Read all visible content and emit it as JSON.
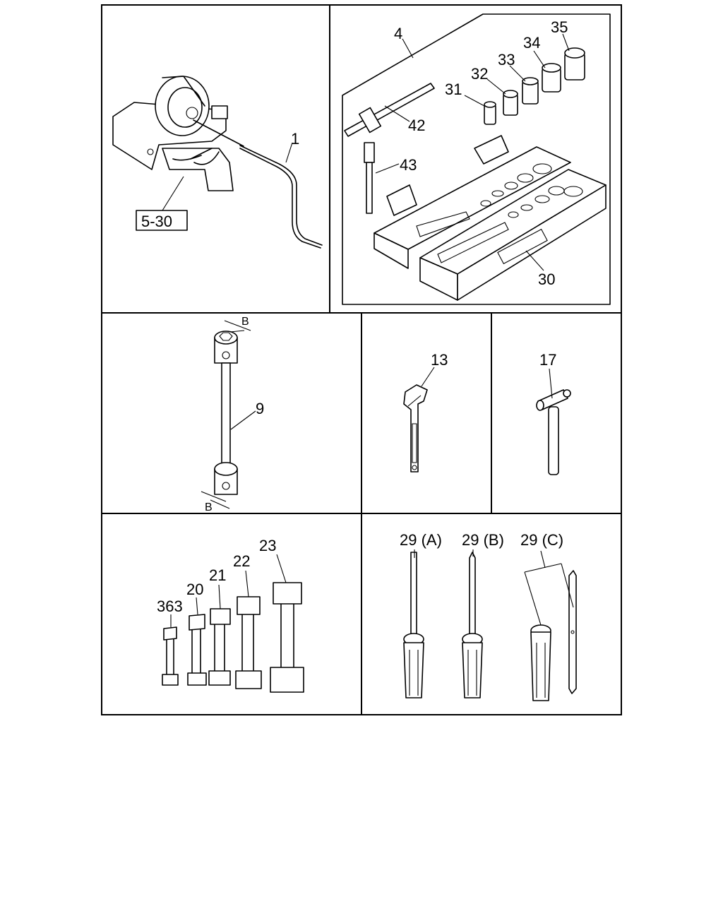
{
  "labels": {
    "crank": "1",
    "ref_box": "5-30",
    "kit": "4",
    "s31": "31",
    "s32": "32",
    "s33": "33",
    "s34": "34",
    "s35": "35",
    "handle": "42",
    "extension": "43",
    "case": "30",
    "wheel_wrench": "9",
    "dim_top": "B",
    "dim_bottom": "B",
    "adjustable": "13",
    "hammer": "17",
    "w363": "363",
    "w20": "20",
    "w21": "21",
    "w22": "22",
    "w23": "23",
    "sdA": "29 (A)",
    "sdB": "29 (B)",
    "sdC": "29 (C)"
  }
}
